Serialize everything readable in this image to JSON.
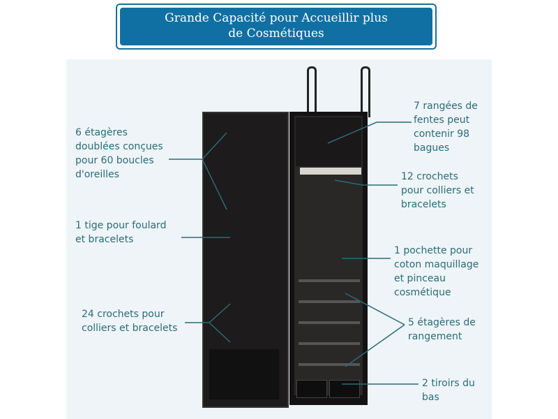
{
  "banner": {
    "title_line1": "Grande Capacité pour Accueillir plus",
    "title_line2": "de Cosmétiques"
  },
  "labels": {
    "earring_shelves": "6 étagères\ndoublées conçues\npour 60 boucles\nd'oreilles",
    "scarf_rod": "1 tige pour foulard\net bracelets",
    "door_hooks": "24 crochets pour\ncolliers et bracelets",
    "ring_rows": "7 rangées de\nfentes peut\ncontenir 98\nbagues",
    "necklace_hooks": "12 crochets\npour colliers et\nbracelets",
    "pouch": "1 pochette pour\ncoton maquillage\net pinceau\ncosmétique",
    "storage_shelves": "5 étagères de\nrangement",
    "drawers": "2 tiroirs du\nbas"
  },
  "colors": {
    "banner": "#1170a3",
    "label_text": "#2b6b79"
  }
}
